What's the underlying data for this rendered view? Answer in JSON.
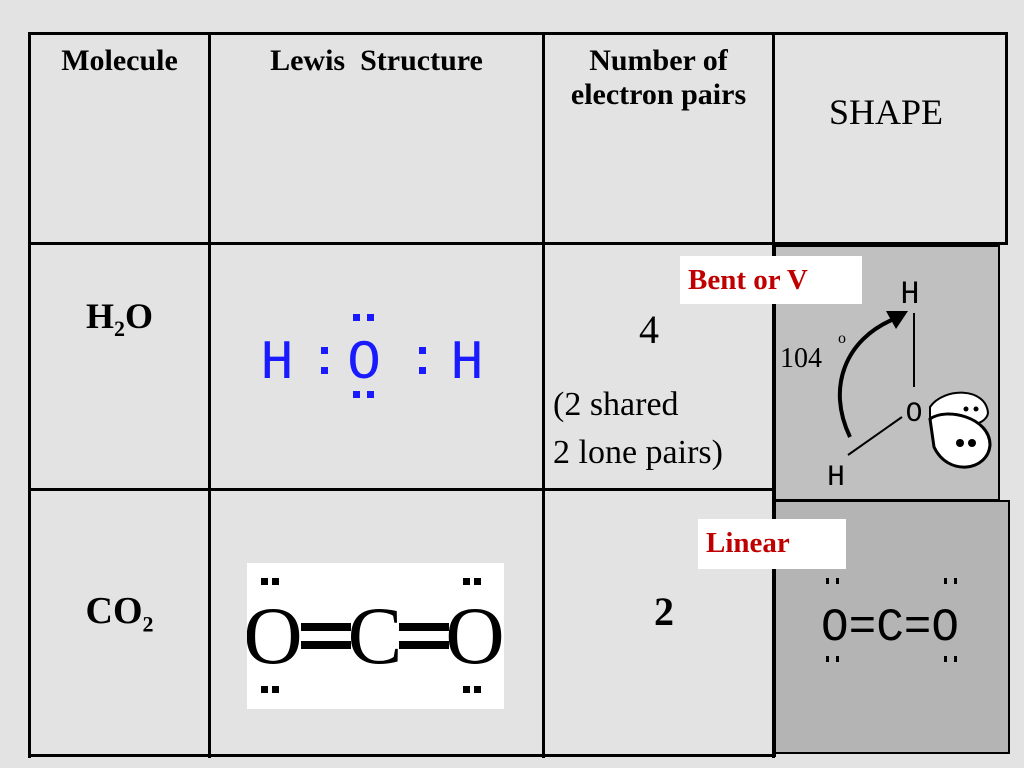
{
  "table": {
    "headers": {
      "molecule": "Molecule",
      "lewis": "Lewis  Structure",
      "pairs_line1": "Number of",
      "pairs_line2": "electron pairs",
      "shape": "SHAPE"
    },
    "rows": [
      {
        "molecule_main": "H",
        "molecule_sub": "2",
        "molecule_tail": "O",
        "lewis_left": "H",
        "lewis_center": "O",
        "lewis_right": "H",
        "pairs": "4",
        "pairs_note_line1": "(2 shared",
        "pairs_note_line2": "2 lone pairs)",
        "shape_label": "Bent or V",
        "diagram": {
          "angle": "104",
          "degree": "o",
          "atom_top": "H",
          "atom_center": "O",
          "atom_bottom": "H"
        }
      },
      {
        "molecule_main": "CO",
        "molecule_sub": "2",
        "molecule_tail": "",
        "lewis_left": "O",
        "lewis_center": "C",
        "lewis_right": "O",
        "pairs": "2",
        "shape_label": "Linear",
        "diagram": {
          "formula": "O=C=O"
        }
      }
    ]
  },
  "colors": {
    "lewis_h2o": "#1a1aff",
    "label_red": "#c00000",
    "shape_bg_bent": "#c0c0c0",
    "shape_bg_linear": "#b4b4b4"
  }
}
